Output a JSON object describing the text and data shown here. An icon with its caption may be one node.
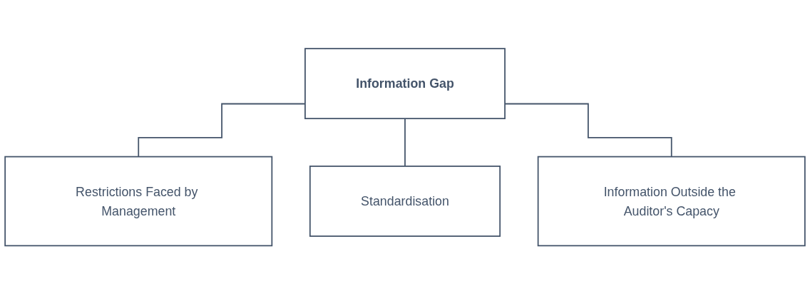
{
  "diagram": {
    "nodes": [
      {
        "text": [
          "Information Gap"
        ]
      },
      {
        "text": [
          "Restrictions Faced by Management"
        ]
      },
      {
        "text": [
          "Standardisation"
        ]
      },
      {
        "text": [
          "Information Outside the Auditor's Capacy"
        ]
      }
    ],
    "edges": [
      {
        "from": 0,
        "to": 1,
        "arrow": "none"
      },
      {
        "from": 0,
        "to": 2,
        "arrow": "none"
      },
      {
        "from": 0,
        "to": 3,
        "arrow": "none"
      }
    ]
  }
}
